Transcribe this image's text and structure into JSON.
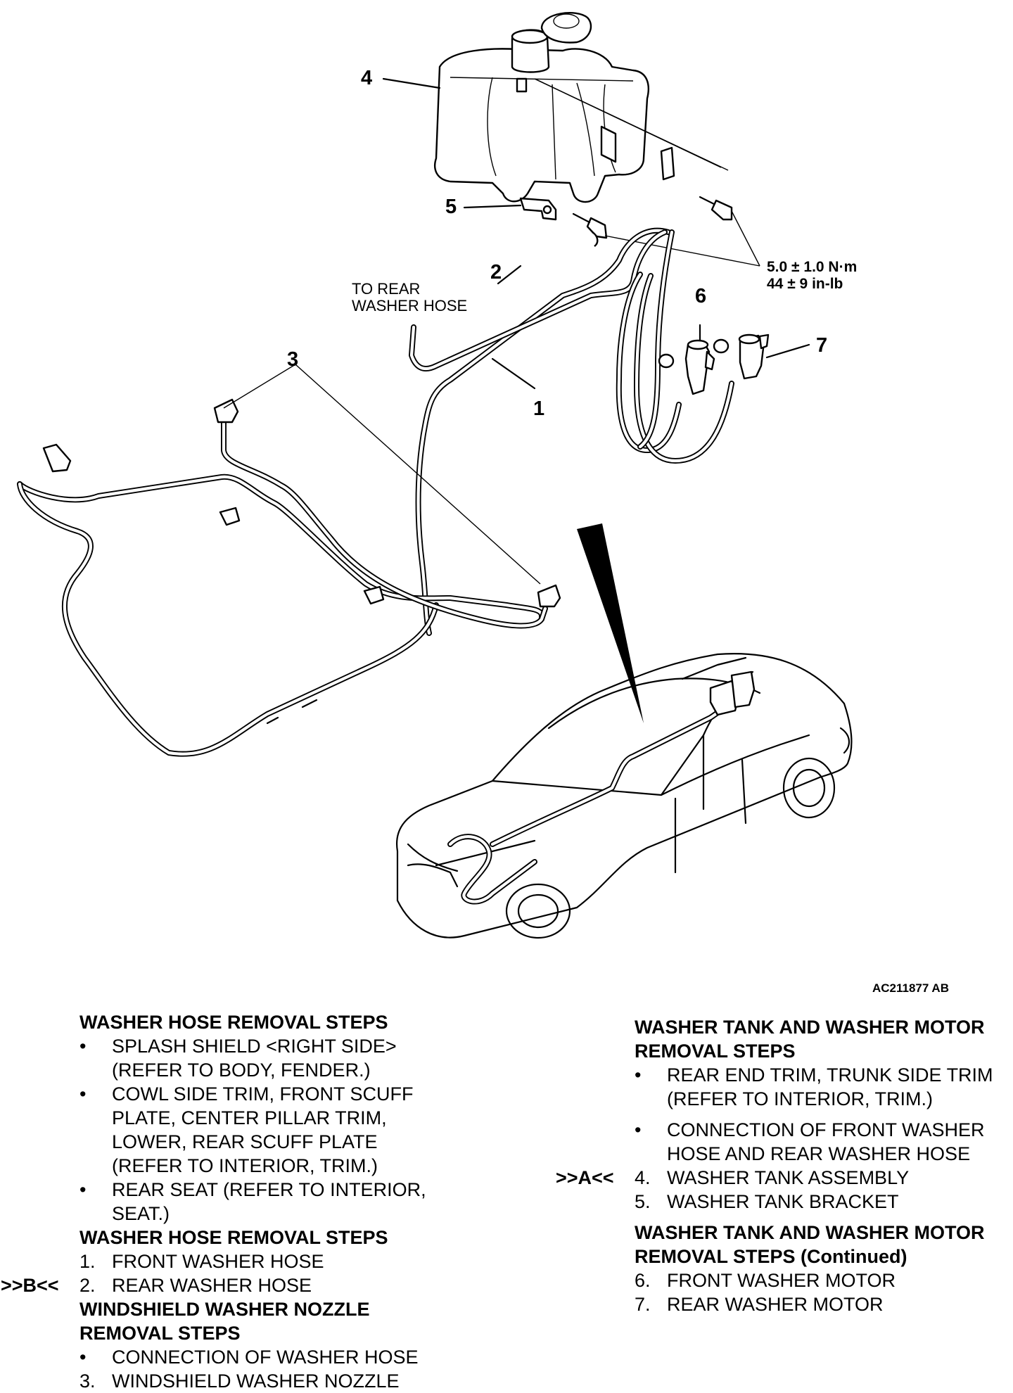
{
  "figure": {
    "id": "AC211877 AB",
    "callouts": {
      "c1": "1",
      "c2": "2",
      "c3": "3",
      "c4": "4",
      "c5": "5",
      "c6": "6",
      "c7": "7"
    },
    "torque_line1": "5.0 ± 1.0 N·m",
    "torque_line2": "44 ± 9 in-lb",
    "rear_hose_note_line1": "TO REAR",
    "rear_hose_note_line2": "WASHER HOSE"
  },
  "left_column": {
    "sec1_title": "WASHER HOSE REMOVAL STEPS",
    "sec1_bullet1": "SPLASH SHIELD <RIGHT SIDE> (REFER TO BODY, FENDER.)",
    "sec1_bullet2": "COWL SIDE TRIM, FRONT SCUFF PLATE, CENTER PILLAR TRIM, LOWER, REAR SCUFF PLATE (REFER TO INTERIOR, TRIM.)",
    "sec1_bullet3": "REAR SEAT (REFER TO INTERIOR, SEAT.)",
    "sec2_title": "WASHER HOSE REMOVAL STEPS",
    "sec2_step1_no": "1.",
    "sec2_step1": "FRONT WASHER HOSE",
    "sec2_step2_marker": ">>B<<",
    "sec2_step2_no": "2.",
    "sec2_step2": "REAR WASHER HOSE",
    "sec3_title": "WINDSHIELD WASHER NOZZLE REMOVAL STEPS",
    "sec3_bullet1": "CONNECTION OF WASHER HOSE",
    "sec3_step3_no": "3.",
    "sec3_step3": "WINDSHIELD WASHER NOZZLE"
  },
  "right_column": {
    "sec1_title": "WASHER TANK AND WASHER MOTOR REMOVAL STEPS",
    "sec1_bullet1": "REAR END TRIM, TRUNK SIDE TRIM (REFER TO INTERIOR, TRIM.)",
    "sec1_bullet2": "CONNECTION OF FRONT WASHER HOSE AND REAR WASHER HOSE",
    "sec1_step4_marker": ">>A<<",
    "sec1_step4_no": "4.",
    "sec1_step4": "WASHER TANK ASSEMBLY",
    "sec1_step5_no": "5.",
    "sec1_step5": "WASHER TANK BRACKET",
    "sec2_title": "WASHER TANK AND WASHER MOTOR REMOVAL STEPS (Continued)",
    "sec2_step6_no": "6.",
    "sec2_step6": "FRONT WASHER MOTOR",
    "sec2_step7_no": "7.",
    "sec2_step7": "REAR WASHER MOTOR"
  },
  "bullet_glyph": "•"
}
